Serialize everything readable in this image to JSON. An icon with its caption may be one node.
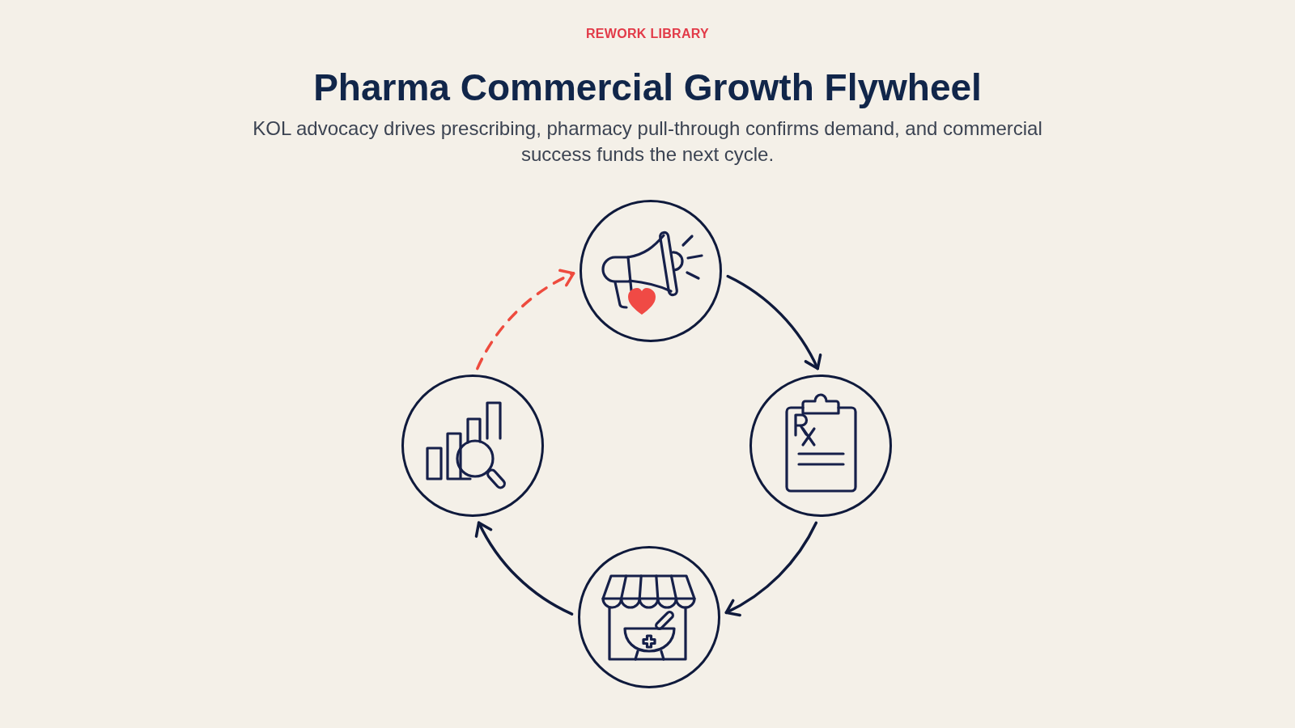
{
  "diagram": {
    "title": "Pharma Commercial Growth Flywheel",
    "nodes": [
      {
        "text": [],
        "shape": "circle"
      },
      {
        "text": [],
        "shape": "circle"
      },
      {
        "text": [],
        "shape": "circle"
      },
      {
        "text": [],
        "shape": "circle"
      }
    ],
    "edges": [
      {
        "from": 0,
        "to": 1,
        "arrow": "to"
      },
      {
        "from": 1,
        "to": 2,
        "arrow": "to"
      },
      {
        "from": 2,
        "to": 3,
        "arrow": "to"
      },
      {
        "from": 3,
        "to": 0,
        "arrow": "to",
        "style": "dashed",
        "color": "#ee4b3e"
      }
    ],
    "labels": [
      "REWORK LIBRARY",
      "KOL advocacy drives prescribing, pharmacy pull-through confirms demand, and commercial success funds the next cycle."
    ]
  }
}
